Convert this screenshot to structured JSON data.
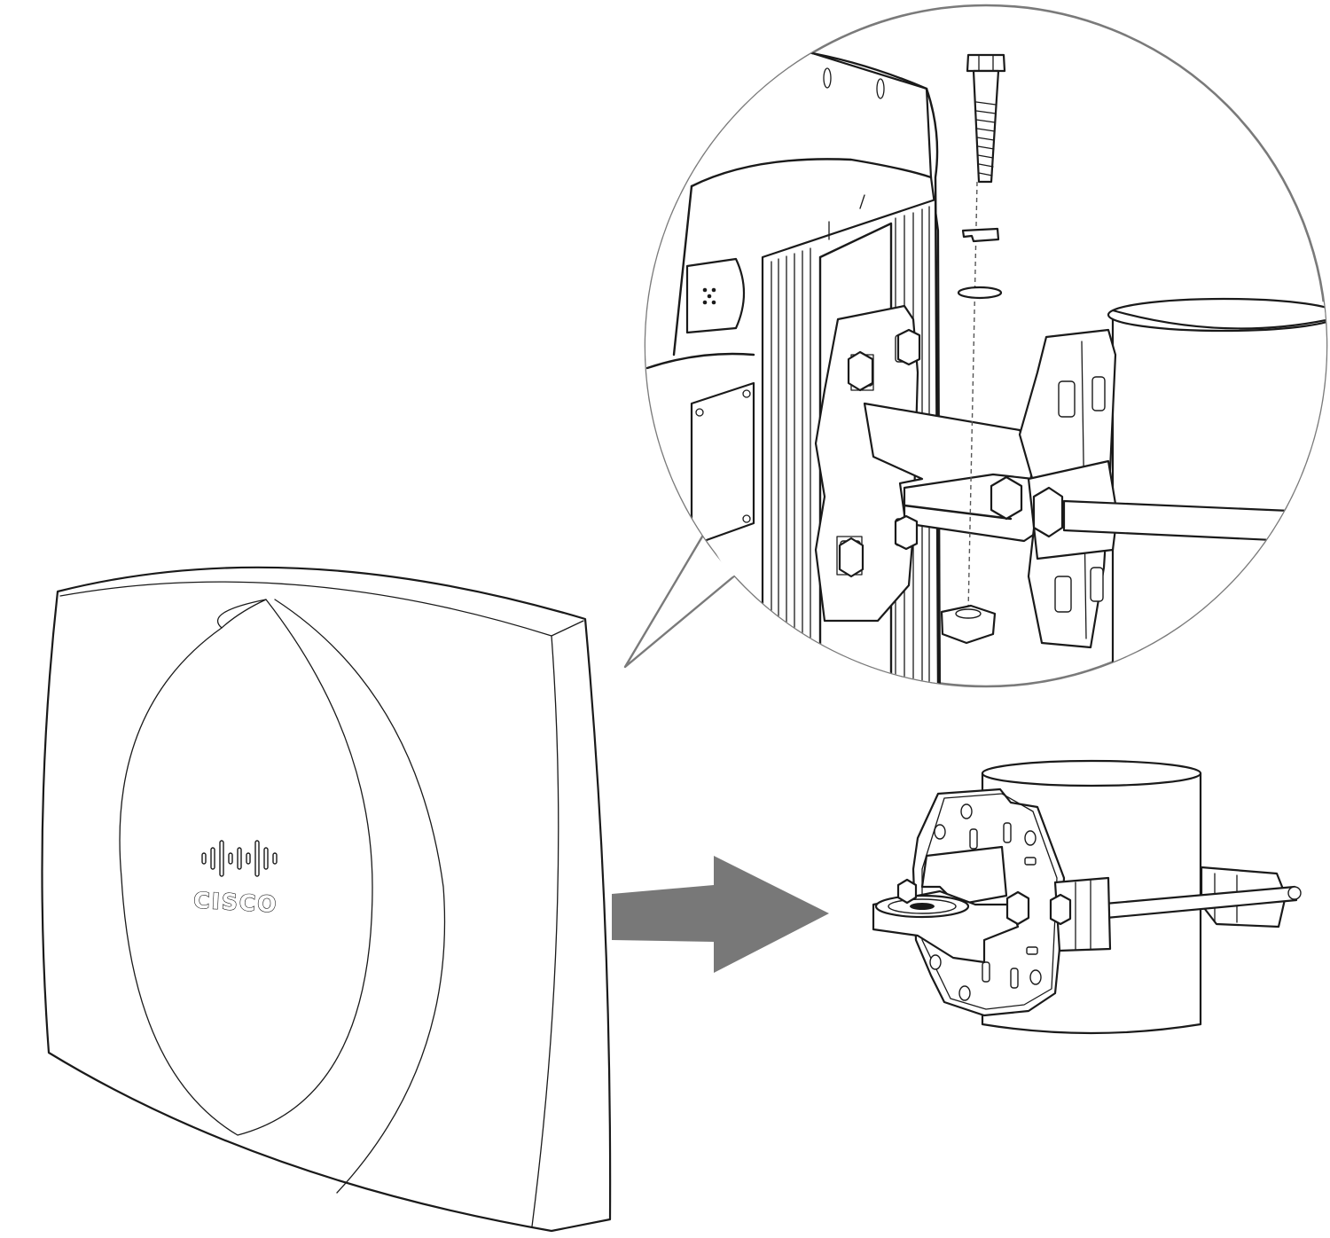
{
  "figure": {
    "brand_logo_text": "CISCO",
    "colors": {
      "line": "#1a1a1a",
      "arrow": "#787878",
      "callout_border": "#7a7a7a",
      "background": "#ffffff"
    },
    "parts": {
      "access_point": "access-point-front",
      "callout": "detail-magnifier-callout",
      "arrow": "direction-arrow",
      "bracket": "pole-mount-bracket",
      "pole": "mounting-pole",
      "bolt": "hex-bolt",
      "washers": "lock-washer-and-flat-washer",
      "nut": "hex-nut"
    }
  }
}
